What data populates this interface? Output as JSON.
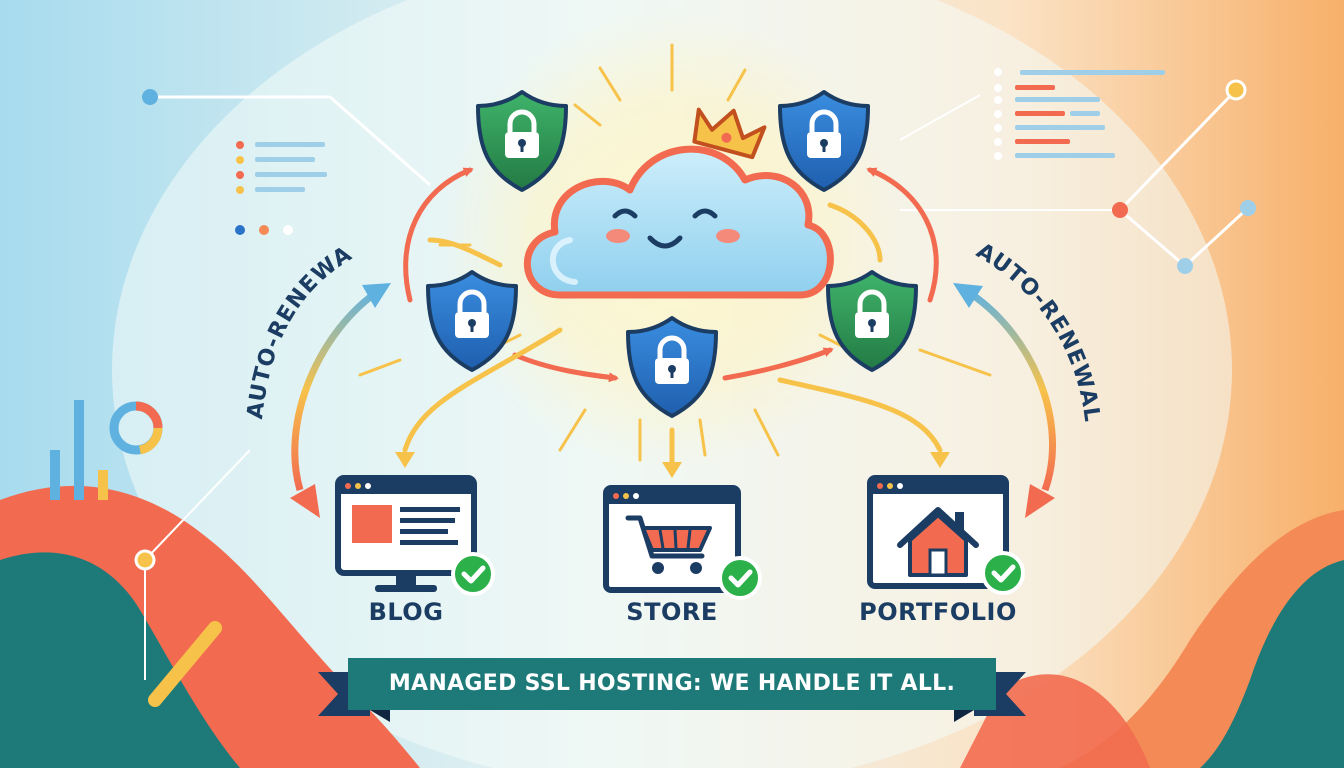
{
  "labels": {
    "auto_renewal_left": "AUTO-RENEWAL",
    "auto_renewal_right": "AUTO-RENEWAL",
    "sites": [
      "BLOG",
      "STORE",
      "PORTFOLIO"
    ],
    "banner": "MANAGED SSL HOSTING: WE HANDLE IT ALL."
  },
  "colors": {
    "navy": "#1c3d63",
    "teal": "#1e7a78",
    "orange": "#f26b50",
    "yellow": "#f7c24a",
    "shield_blue": "#2b73c9",
    "shield_green": "#2f9a55",
    "check_green": "#2bb04a",
    "cloud": "#a9dcf3"
  },
  "icons": [
    "cloud-mascot-icon",
    "crown-icon",
    "shield-lock-icon",
    "monitor-icon",
    "shopping-cart-icon",
    "house-icon",
    "checkmark-icon"
  ]
}
